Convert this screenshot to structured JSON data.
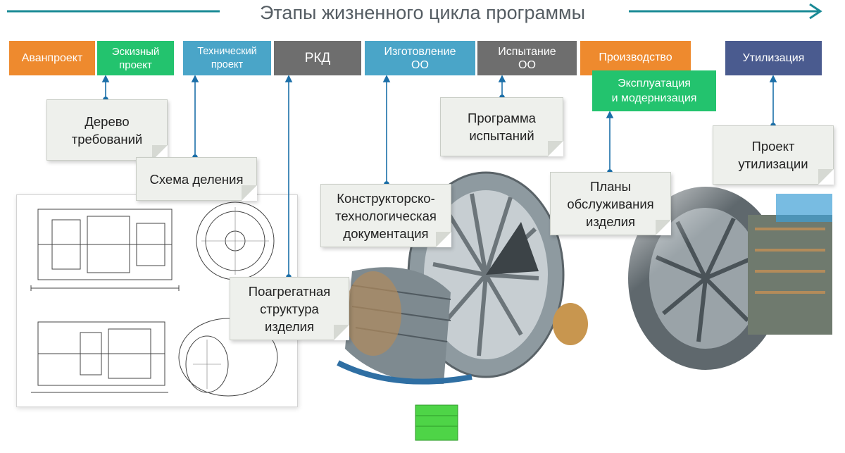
{
  "title": "Этапы жизненного цикла программы",
  "colors": {
    "orange": "#ee8a2e",
    "green": "#23c36e",
    "teal": "#4aa5c8",
    "grey": "#6e6e6e",
    "navy": "#4a5b8f",
    "arrow": "#1a8a96",
    "connector": "#1b6fa8"
  },
  "stages": {
    "avanproekt": "Аванпроект",
    "eskizny": "Эскизный\nпроект",
    "tekhnichesky": "Технический\nпроект",
    "rkd": "РКД",
    "izgotovlenie": "Изготовление\nОО",
    "ispytanie": "Испытание\nОО",
    "proizvodstvo": "Производство",
    "ekspluatatsiya": "Эксплуатация\nи модернизация",
    "utilizatsiya": "Утилизация"
  },
  "notes": {
    "derevo": "Дерево\nтребований",
    "skhema": "Схема деления",
    "poagregatnaya": "Поагрегатная\nструктура\nизделия",
    "kd": "Конструкторско-\nтехнологическая\nдокументация",
    "programma": "Программа\nиспытаний",
    "plany": "Планы\nобслуживания\nизделия",
    "proekt_util": "Проект\nутилизации"
  },
  "illustrations": {
    "drawing": "engine-technical-drawing",
    "engine_main": "turbofan-engine-cutaway",
    "engine_right": "engine-cutaway-faded"
  }
}
